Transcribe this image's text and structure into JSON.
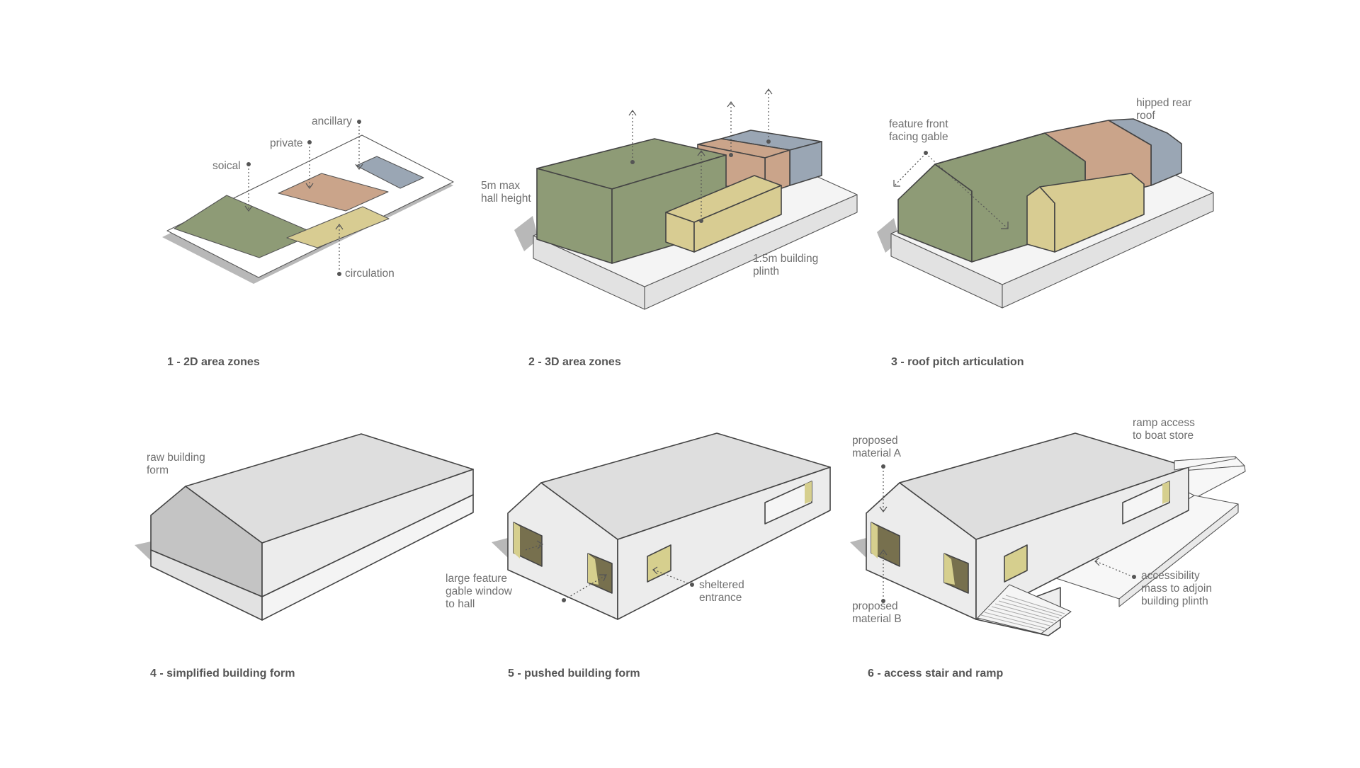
{
  "colors": {
    "social": "#8e9b76",
    "private": "#caa48a",
    "ancillary": "#9aa6b4",
    "circulation": "#d8cc92",
    "mass_top": "#dedede",
    "mass_light": "#ececec",
    "mass_dark": "#c4c4c4",
    "plinth_top": "#f4f4f4",
    "plinth_side": "#e2e2e2",
    "shadow": "#b8b8b8",
    "window": "#d6cf8e",
    "window_dark": "#77704e"
  },
  "diagrams": [
    {
      "caption": "1 - 2D area zones",
      "labels": {
        "ancillary": "ancillary",
        "private": "private",
        "social": "soical",
        "circulation": "circulation"
      }
    },
    {
      "caption": "2 - 3D area zones",
      "labels": {
        "max_height_1": "5m max",
        "max_height_2": "hall height",
        "plinth_1": "1.5m building",
        "plinth_2": "plinth"
      }
    },
    {
      "caption": "3 - roof pitch articulation",
      "labels": {
        "gable_1": "feature front",
        "gable_2": "facing gable",
        "hipped_1": "hipped rear",
        "hipped_2": "roof"
      }
    },
    {
      "caption": "4 - simplified building form",
      "labels": {
        "raw_1": "raw building",
        "raw_2": "form"
      }
    },
    {
      "caption": "5 - pushed building form",
      "labels": {
        "window_1": "large feature",
        "window_2": "gable window",
        "window_3": "to hall",
        "entrance_1": "sheltered",
        "entrance_2": "entrance"
      }
    },
    {
      "caption": "6 - access stair and ramp",
      "labels": {
        "mat_a_1": "proposed",
        "mat_a_2": "material A",
        "mat_b_1": "proposed",
        "mat_b_2": "material B",
        "ramp_1": "ramp access",
        "ramp_2": "to boat store",
        "access_1": "accessibility",
        "access_2": "mass to adjoin",
        "access_3": "building plinth"
      }
    }
  ]
}
